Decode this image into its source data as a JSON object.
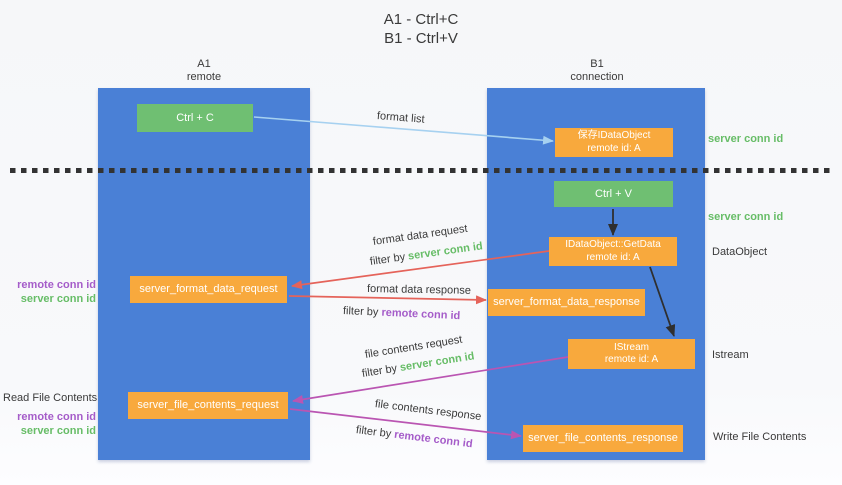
{
  "title": {
    "line1": "A1 - Ctrl+C",
    "line2": "B1 - Ctrl+V"
  },
  "columns": {
    "a": {
      "name": "A1",
      "role": "remote"
    },
    "b": {
      "name": "B1",
      "role": "connection"
    }
  },
  "nodes": {
    "ctrl_c": {
      "label": "Ctrl + C"
    },
    "save_idataobject": {
      "line1": "保存IDataObject",
      "line2": "remote id: A"
    },
    "ctrl_v": {
      "label": "Ctrl + V"
    },
    "getdata": {
      "line1": "IDataObject::GetData",
      "line2": "remote id: A"
    },
    "server_format_data_request": {
      "label": "server_format_data_request"
    },
    "server_format_data_response": {
      "label": "server_format_data_response"
    },
    "istream": {
      "line1": "IStream",
      "line2": "remote id: A"
    },
    "server_file_contents_request": {
      "label": "server_file_contents_request"
    },
    "server_file_contents_response": {
      "label": "server_file_contents_response"
    }
  },
  "terms": {
    "filter_by": "filter by ",
    "server_conn_id": "server conn id",
    "remote_conn_id": "remote conn id"
  },
  "arrow_labels": {
    "format_list": "format list",
    "format_data_request": "format data request",
    "format_data_response": "format data response",
    "file_contents_request": "file contents request",
    "file_contents_response": "file contents response"
  },
  "side_labels": {
    "dataobject": "DataObject",
    "istream": "Istream",
    "read_file_contents": "Read File Contents",
    "write_file_contents": "Write File Contents"
  },
  "colors": {
    "column_blue": "#4a80d6",
    "node_green": "#6fbf72",
    "node_orange": "#f8a93d",
    "arrow_blue": "#a6d1f0",
    "arrow_red": "#e5635a",
    "arrow_magenta": "#ba55b2",
    "arrow_black": "#2f2f2f",
    "label_green": "#67bd67",
    "label_purple": "#a55cc9"
  }
}
